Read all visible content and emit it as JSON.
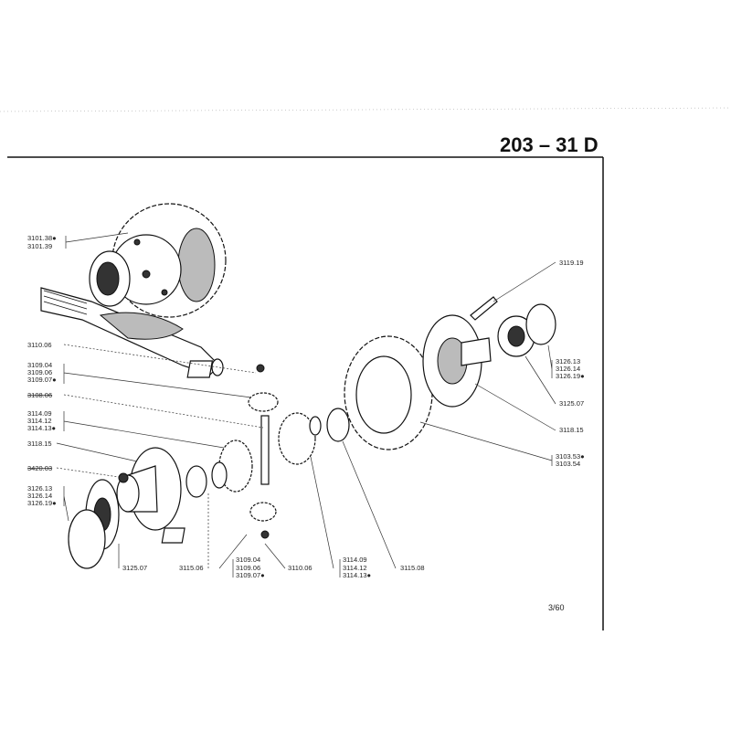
{
  "sheet": {
    "title": "203 – 31 D",
    "page": "3/60"
  },
  "labels_left": {
    "a1": "3101.38●",
    "a2": "3101.39",
    "b": "3110.06",
    "c1": "3109.04",
    "c2": "3109.06",
    "c3": "3109.07●",
    "d": "3108.06",
    "e1": "3114.09",
    "e2": "3114.12",
    "e3": "3114.13●",
    "f": "3118.15",
    "g": "3420.03",
    "h1": "3126.13",
    "h2": "3126.14",
    "h3": "3126.19●",
    "i": "3125.07"
  },
  "labels_bottom": {
    "a": "3115.06",
    "b1": "3109.04",
    "b2": "3109.06",
    "b3": "3109.07●",
    "c": "3110.06",
    "d1": "3114.09",
    "d2": "3114.12",
    "d3": "3114.13●",
    "e": "3115.08"
  },
  "labels_right": {
    "a": "3119.19",
    "b1": "3126.13",
    "b2": "3126.14",
    "b3": "3126.19●",
    "c": "3125.07",
    "d": "3118.15",
    "e1": "3103.53●",
    "e2": "3103.54"
  }
}
